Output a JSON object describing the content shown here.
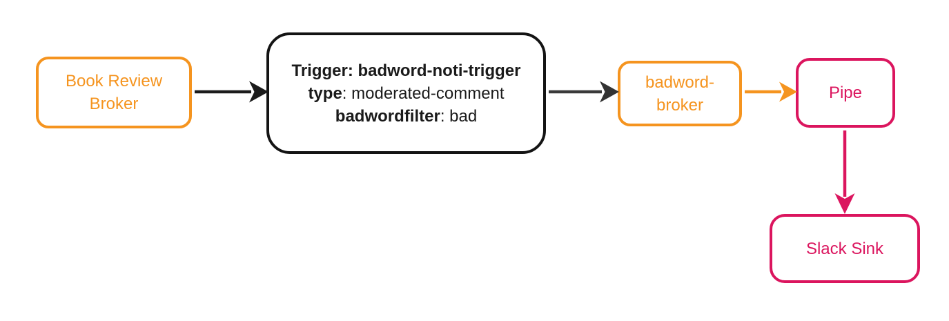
{
  "diagram": {
    "book_review_broker": {
      "line1": "Book Review",
      "line2": "Broker"
    },
    "trigger_box": {
      "line1": "Trigger: badword-noti-trigger",
      "line2_key": "type",
      "line2_value": ": moderated-comment",
      "line3_key": "badwordfilter",
      "line3_value": ": bad"
    },
    "badword_broker": {
      "line1": "badword-",
      "line2": "broker"
    },
    "pipe": {
      "label": "Pipe"
    },
    "slack_sink": {
      "label": "Slack Sink"
    },
    "colors": {
      "orange": "#F5941F",
      "pink": "#DB155E",
      "black": "#141414",
      "arrow_dark": "#2E2E2E",
      "background": "#FFFFFF"
    }
  }
}
